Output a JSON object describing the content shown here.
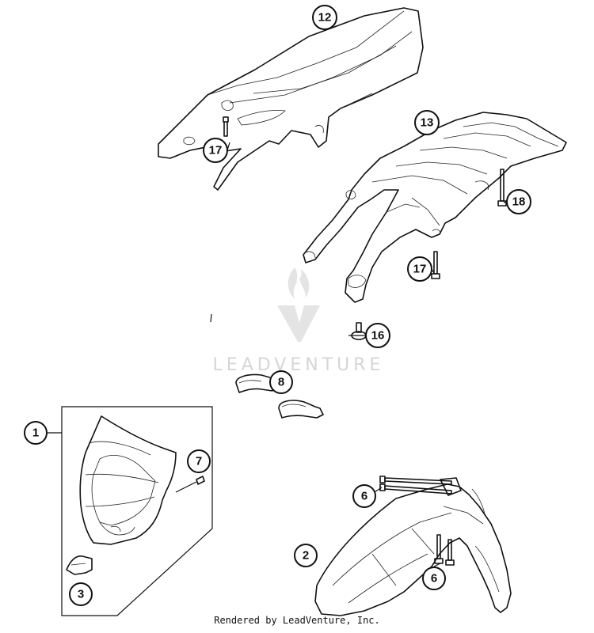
{
  "watermark": {
    "text": "LEADVENTURE"
  },
  "footer": {
    "text": "Rendered by LeadVenture, Inc."
  },
  "callouts": {
    "c1": "1",
    "c2": "2",
    "c3": "3",
    "c6a": "6",
    "c6b": "6",
    "c7": "7",
    "c8": "8",
    "c12": "12",
    "c13": "13",
    "c16": "16",
    "c17a": "17",
    "c17b": "17",
    "c18": "18"
  }
}
